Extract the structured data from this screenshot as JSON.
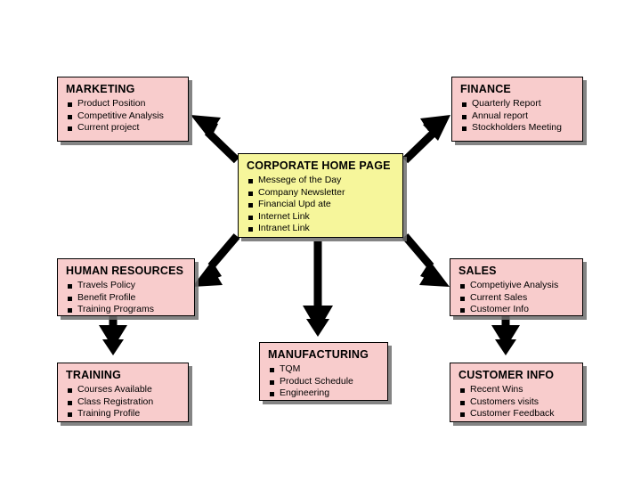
{
  "diagram": {
    "title_internal": "corporate-intranet-site-map",
    "colors": {
      "node_fill_pink": "#F8CCCC",
      "node_fill_yellow": "#F6F69B",
      "node_border": "#000000",
      "shadow": "#6E6E6E",
      "arrow": "#000000",
      "background": "#FFFFFF"
    }
  },
  "nodes": {
    "marketing": {
      "title": "MARKETING",
      "items": [
        "Product Position",
        "Competitive Analysis",
        "Current project"
      ]
    },
    "finance": {
      "title": "FINANCE",
      "items": [
        "Quarterly Report",
        "Annual report",
        "Stockholders Meeting"
      ]
    },
    "corporate": {
      "title": "CORPORATE HOME PAGE",
      "items": [
        "Messege of the Day",
        "Company Newsletter",
        "Financial Upd  ate",
        "Internet Link",
        "Intranet Link"
      ]
    },
    "human_resources": {
      "title": "HUMAN RESOURCES",
      "items": [
        "Travels Policy",
        "Benefit Profile",
        "Training Programs"
      ]
    },
    "sales": {
      "title": "SALES",
      "items": [
        "Competiyive Analysis",
        "Current Sales",
        "Customer Info"
      ]
    },
    "training": {
      "title": "TRAINING",
      "items": [
        "Courses Available",
        "Class Registration",
        "Training Profile"
      ]
    },
    "manufacturing": {
      "title": "MANUFACTURING",
      "items": [
        "TQM",
        "Product Schedule",
        "Engineering"
      ]
    },
    "customer_info": {
      "title": "CUSTOMER INFO",
      "items": [
        "Recent Wins",
        "Customers visits",
        "Customer Feedback"
      ]
    }
  },
  "connectors": [
    {
      "name": "corporate-to-marketing",
      "from": "corporate",
      "to": "marketing",
      "direction": "up-left"
    },
    {
      "name": "corporate-to-finance",
      "from": "corporate",
      "to": "finance",
      "direction": "up-right"
    },
    {
      "name": "corporate-to-human-resources",
      "from": "corporate",
      "to": "human_resources",
      "direction": "down-left"
    },
    {
      "name": "corporate-to-manufacturing",
      "from": "corporate",
      "to": "manufacturing",
      "direction": "down"
    },
    {
      "name": "corporate-to-sales",
      "from": "corporate",
      "to": "sales",
      "direction": "down-right"
    },
    {
      "name": "human-resources-to-training",
      "from": "human_resources",
      "to": "training",
      "direction": "down"
    },
    {
      "name": "sales-to-customer-info",
      "from": "sales",
      "to": "customer_info",
      "direction": "down"
    }
  ]
}
